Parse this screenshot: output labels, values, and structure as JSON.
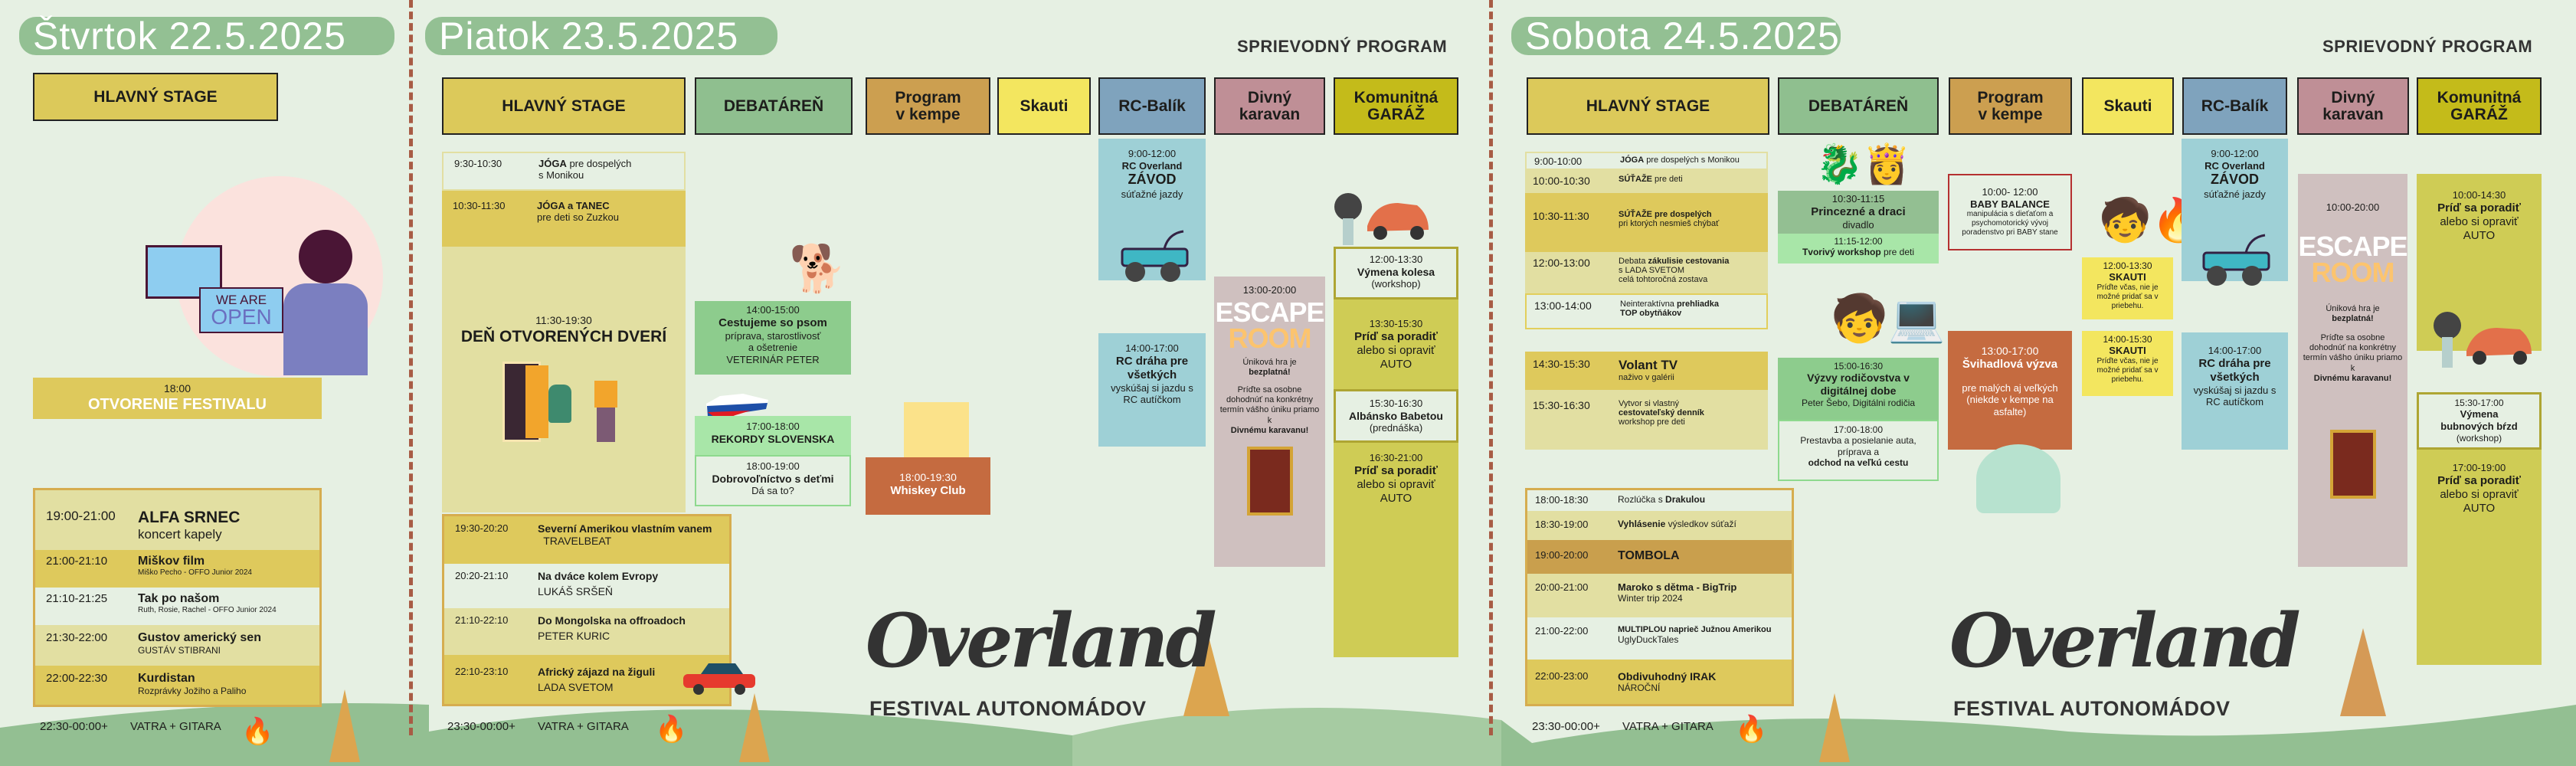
{
  "colors": {
    "background": "#e6f0e3",
    "title_pill": "#93c093",
    "stage": "#dcc95a",
    "debatar": "#8fbf8f",
    "kemp": "#cc9f50",
    "skauti": "#f3e65f",
    "rc": "#7fa3bd",
    "karavan": "#bf8f96",
    "garaz": "#c4bb1a"
  },
  "thursday": {
    "title": "Štvrtok 22.5.2025",
    "stage": "HLAVNÝ STAGE",
    "sign": {
      "l1": "WE ARE",
      "l2": "OPEN"
    },
    "opening": {
      "time": "18:00",
      "title": "OTVORENIE FESTIVALU"
    },
    "rows": [
      {
        "time": "19:00-21:00",
        "title": "ALFA SRNEC",
        "sub": "koncert kapely"
      },
      {
        "time": "21:00-21:10",
        "title": "Miškov film",
        "sub": "Miško Pecho - OFFO Junior 2024"
      },
      {
        "time": "21:10-21:25",
        "title": "Tak po našom",
        "sub": "Ruth, Rosie, Rachel - OFFO Junior 2024"
      },
      {
        "time": "21:30-22:00",
        "title": "Gustov americký sen",
        "sub": "GUSTÁV STIBRANI"
      },
      {
        "time": "22:00-22:30",
        "title": "Kurdistan",
        "sub": "Rozprávky Jožiho a Paliho"
      }
    ],
    "campfire": {
      "time": "22:30-00:00+",
      "title": "VATRA + GITARA"
    }
  },
  "friday": {
    "title": "Piatok 23.5.2025",
    "side": "SPRIEVODNÝ PROGRAM",
    "headers": [
      "HLAVNÝ STAGE",
      "DEBATÁREŇ",
      "Program\nv kempe",
      "Skauti",
      "RC-Balík",
      "Divný\nkaravan",
      "Komunitná\nGARÁŽ"
    ],
    "stage_morning": [
      {
        "time": "9:30-10:30",
        "b": "JÓGA",
        "r": " pre dospelých",
        "l2": "s Monikou"
      },
      {
        "time": "10:30-11:30",
        "b": "JÓGA a TANEC",
        "r": "",
        "l2": "pre deti so Zuzkou"
      }
    ],
    "open_day": {
      "time": "11:30-19:30",
      "title": "DEŇ OTVORENÝCH DVERÍ"
    },
    "stage_evening": [
      {
        "time": "19:30-20:20",
        "title": "Severní Amerikou vlastním vanem",
        "sub": "TRAVELBEAT"
      },
      {
        "time": "20:20-21:10",
        "title": "Na dváce kolem Evropy",
        "sub": "LUKÁŠ SRŠEŇ"
      },
      {
        "time": "21:10-22:10",
        "title": "Do Mongolska na offroadoch",
        "sub": "PETER KURIC"
      },
      {
        "time": "22:10-23:10",
        "title": "Africký zájazd na žiguli",
        "sub": "LADA SVETOM"
      }
    ],
    "campfire": {
      "time": "23:30-00:00+",
      "title": "VATRA + GITARA"
    },
    "debatar": [
      {
        "time": "14:00-15:00",
        "title": "Cestujeme so psom",
        "l2": "príprava, starostlivosť",
        "l3": "a ošetrenie",
        "l4": "VETERINÁR PETER"
      },
      {
        "time": "17:00-18:00",
        "title": "REKORDY SLOVENSKA"
      },
      {
        "time": "18:00-19:00",
        "title": "Dobrovoľníctvo s deťmi",
        "l2": "Dá sa to?"
      }
    ],
    "kemp": {
      "time": "18:00-19:30",
      "title": "Whiskey Club"
    },
    "rc": [
      {
        "time": "9:00-12:00",
        "l1": "RC Overland",
        "title": "ZÁVOD",
        "sub": "súťažné jazdy"
      },
      {
        "time": "14:00-17:00",
        "title": "RC dráha pre všetkých",
        "sub": "vyskúšaj si jazdu s RC autíčkom"
      }
    ],
    "escape": {
      "time": "13:00-20:00",
      "w1": "ESCAPE",
      "w2": "ROOM",
      "l1": "Úniková hra je",
      "l1b": "bezplatná!",
      "l2": "Príďte sa osobne dohodnúť na konkrétny termín vášho úniku priamo k",
      "l2b": "Divnému karavanu!"
    },
    "garaz": [
      {
        "time": "12:00-13:30",
        "title": "Výmena kolesa",
        "sub": "(workshop)"
      },
      {
        "time": "13:30-15:30",
        "title": "Príď sa poradiť",
        "sub": "alebo si opraviť",
        "l3": "AUTO"
      },
      {
        "time": "15:30-16:30",
        "title": "Albánsko Babetou",
        "sub": "(prednáška)"
      },
      {
        "time": "16:30-21:00",
        "title": "Príď sa poradiť",
        "sub": "alebo si opraviť",
        "l3": "AUTO"
      }
    ],
    "logo": "Overland",
    "logo_sub": "FESTIVAL AUTONOMÁDOV"
  },
  "saturday": {
    "title": "Sobota 24.5.2025",
    "side": "SPRIEVODNÝ PROGRAM",
    "headers": [
      "HLAVNÝ STAGE",
      "DEBATÁREŇ",
      "Program\nv kempe",
      "Skauti",
      "RC-Balík",
      "Divný\nkaravan",
      "Komunitná\nGARÁŽ"
    ],
    "stage_day": [
      {
        "time": "9:00-10:00",
        "a": "",
        "b": "JÓGA",
        "c": " pre dospelých s Monikou",
        "l2": "",
        "l3": ""
      },
      {
        "time": "10:00-10:30",
        "a": "",
        "b": "SÚŤAŽE",
        "c": " pre deti",
        "l2": "",
        "l3": ""
      },
      {
        "time": "10:30-11:30",
        "a": "",
        "b": "SÚŤAŽE pre dospelých",
        "c": "",
        "l2": "pri ktorých nesmieš chýbať",
        "l3": ""
      },
      {
        "time": "12:00-13:00",
        "a": "Debata ",
        "b": "zákulisie cestovania",
        "c": "",
        "l2": "s LADA SVETOM",
        "l3": "celá tohtoročná zostava"
      },
      {
        "time": "13:00-14:00",
        "a": "Neinteraktívna ",
        "b": "prehliadka",
        "c": "",
        "l2": "TOP obytňákov",
        "l3": ""
      },
      {
        "time": "14:30-15:30",
        "a": "",
        "b": "Volant TV",
        "c": "",
        "l2": "naživo v galérii",
        "l3": ""
      },
      {
        "time": "15:30-16:30",
        "a": "Vytvor si vlastný",
        "b": "",
        "c": "",
        "l2": "cestovateľský denník",
        "l3": "workshop pre deti"
      }
    ],
    "stage_evening": [
      {
        "time": "18:00-18:30",
        "a": "Rozlúčka s ",
        "b": "Drakulou",
        "sub": ""
      },
      {
        "time": "18:30-19:00",
        "a": "",
        "b": "Vyhlásenie",
        "c": " výsledkov súťaží",
        "sub": ""
      },
      {
        "time": "19:00-20:00",
        "a": "",
        "b": "TOMBOLA",
        "sub": ""
      },
      {
        "time": "20:00-21:00",
        "a": "",
        "b": "Maroko s dětma - BigTrip",
        "sub": "Winter trip 2024"
      },
      {
        "time": "21:00-22:00",
        "a": "",
        "b": "MULTIPLOU naprieč Južnou Amerikou",
        "sub": "UglyDuckTales"
      },
      {
        "time": "22:00-23:00",
        "a": "",
        "b": "Obdivuhodný IRAK",
        "sub": "NÁROČNÍ"
      }
    ],
    "campfire": {
      "time": "23:30-00:00+",
      "title": "VATRA + GITARA"
    },
    "debatar": [
      {
        "time": "10:30-11:15",
        "title": "Princezné a draci",
        "sub": "divadlo"
      },
      {
        "time": "11:15-12:00",
        "title": "Tvorivý workshop",
        "r": " pre deti"
      },
      {
        "time": "15:00-16:30",
        "title": "Výzvy rodičovstva v digitálnej dobe",
        "sub": "Peter Šebo, Digitálni rodičia"
      },
      {
        "time": "17:00-18:00",
        "l1": "Prestavba a posielanie auta, príprava a",
        "title": "odchod na veľkú cestu"
      }
    ],
    "kemp": [
      {
        "time": "10:00- 12:00",
        "title": "BABY BALANCE",
        "sub": "manipulácia s dieťaťom a psychomotorický vývoj poradenstvo pri BABY stane"
      },
      {
        "time": "13:00-17:00",
        "title": "Švihadlová výzva",
        "sub": "pre malých aj veľkých (niekde v kempe na asfalte)"
      }
    ],
    "skauti": [
      {
        "time": "12:00-13:30",
        "title": "SKAUTI",
        "sub": "Príďte včas, nie je možné pridať sa v priebehu."
      },
      {
        "time": "14:00-15:30",
        "title": "SKAUTI",
        "sub": "Príďte včas, nie je možné pridať sa v priebehu."
      }
    ],
    "rc": [
      {
        "time": "9:00-12:00",
        "l1": "RC Overland",
        "title": "ZÁVOD",
        "sub": "súťažné jazdy"
      },
      {
        "time": "14:00-17:00",
        "title": "RC dráha pre všetkých",
        "sub": "vyskúšaj si jazdu s RC autíčkom"
      }
    ],
    "escape": {
      "time": "10:00-20:00",
      "w1": "ESCAPE",
      "w2": "ROOM",
      "l1": "Úniková hra je",
      "l1b": "bezplatná!",
      "l2": "Príďte sa osobne dohodnúť na konkrétny termín vášho úniku priamo k",
      "l2b": "Divnému karavanu!"
    },
    "garaz": [
      {
        "time": "10:00-14:30",
        "title": "Príď sa poradiť",
        "sub": "alebo si opraviť",
        "l3": "AUTO"
      },
      {
        "time": "15:30-17:00",
        "title": "Výmena bubnových bŕzd",
        "sub": "(workshop)"
      },
      {
        "time": "17:00-19:00",
        "title": "Príď sa poradiť",
        "sub": "alebo si opraviť",
        "l3": "AUTO"
      }
    ],
    "logo": "Overland",
    "logo_sub": "FESTIVAL AUTONOMÁDOV"
  }
}
